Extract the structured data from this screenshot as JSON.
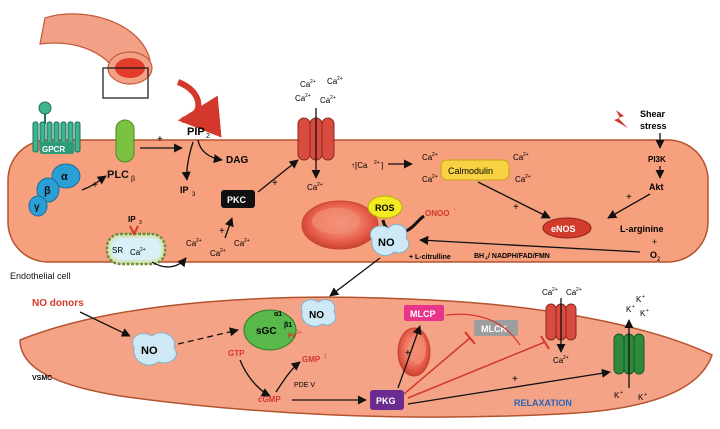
{
  "colors": {
    "endothelial_fill": "#f6a07e",
    "endothelial_stroke": "#b5532e",
    "vsmc_fill": "#f4a386",
    "cell_red": "#e8604c",
    "channel_red": "#d94a3f",
    "channel_green": "#2e8b3e",
    "calmodulin": "#f7d344",
    "ros": "#f4ea22",
    "enos": "#d33b2c",
    "no_blob": "#cfe8f5",
    "sgc": "#58b94a",
    "mlcp": "#e8358a",
    "mlck": "#9e9e9e",
    "pkg": "#6a2c91",
    "pkc": "#111111",
    "gpcr_green": "#3fb28f",
    "g_protein_blue": "#2a9fd6",
    "plc_green": "#7cc242",
    "red_text": "#d4372b",
    "blue_text": "#2b64b8",
    "arrow": "#111111",
    "inhibit_red": "#d4372b"
  },
  "labels": {
    "gpcr": "GPCR",
    "g_alpha": "α",
    "g_beta": "β",
    "g_gamma": "γ",
    "plc": "PLC",
    "plc_sub": "β",
    "pip": "PIP",
    "pip_sub": "2",
    "dag": "DAG",
    "ip3": "IP",
    "ip3_sub": "3",
    "ip3_sr": "IP",
    "ip3_sr_sub": "3",
    "sr": "SR",
    "ca_sr": "Ca",
    "pkc": "PKC",
    "ca_generic": "Ca",
    "ca_rise": "↑[Ca",
    "ca_rise_end": "]",
    "calmodulin": "Calmodulin",
    "shear_line1": "Shear",
    "shear_line2": "stress",
    "pi3k": "PI3K",
    "akt": "Akt",
    "l_arginine": "L-arginine",
    "plus_o2": "+",
    "o2": "O",
    "o2_sub": "2",
    "enos": "eNOS",
    "ros": "ROS",
    "onoo": "ONOO",
    "onoo_sup": "-",
    "no": "NO",
    "l_citrulline": "+ L-citrulline",
    "cofactors": "BH",
    "cofactors_sub": "4",
    "cofactors_rest": " / NADPH/FAD/FMN",
    "endothelial_cell": "Endothelial cell",
    "no_donors": "NO donors",
    "vsmc": "VSMC",
    "sgc": "sGC",
    "alpha1": "α1",
    "beta1": "β1",
    "fe": "Fe",
    "fe_sup": "2+",
    "gtp": "GTP",
    "gmp": "GMP",
    "gmp_sup": "1",
    "cgmp": "cGMP",
    "pde5": "PDE V",
    "pkg": "PKG",
    "mlcp": "MLCP",
    "mlck": "MLCK",
    "relaxation": "RELAXATION",
    "k": "K",
    "k_sup": "+",
    "ca_sup": "2+",
    "plus": "+"
  }
}
